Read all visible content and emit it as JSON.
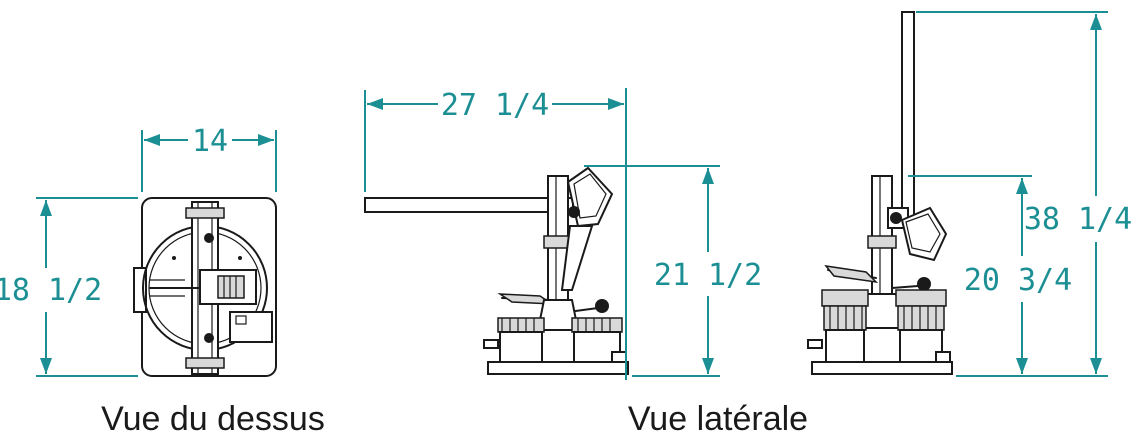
{
  "dimensions": {
    "top_width": "14",
    "top_height": "18 1/2",
    "side_arm_length": "27 1/4",
    "side_height": "21 1/2",
    "tall_height_base": "20 3/4",
    "tall_height_total": "38 1/4"
  },
  "captions": {
    "top_view": "Vue du dessus",
    "side_view": "Vue latérale"
  },
  "colors": {
    "dimension": "#1b8f93",
    "linework": "#1a1a1a"
  }
}
